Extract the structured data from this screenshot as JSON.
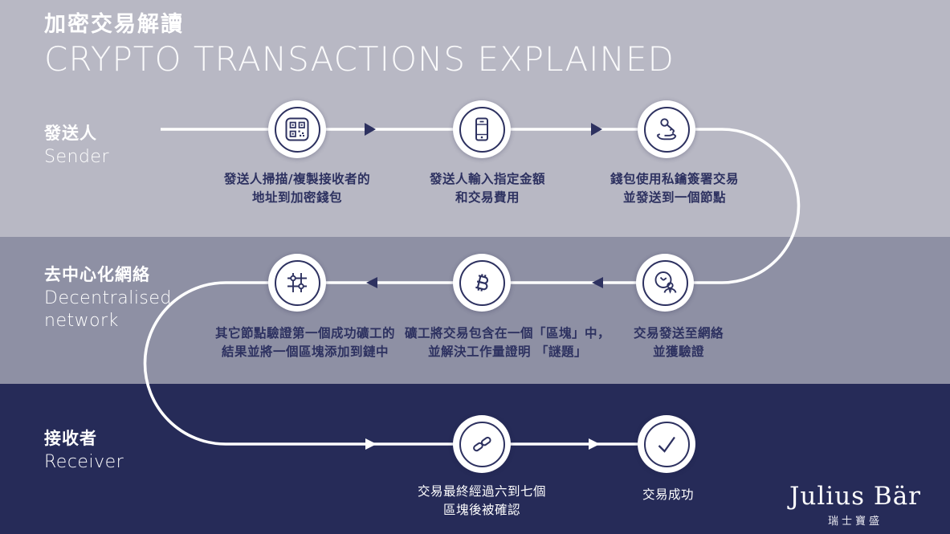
{
  "title": {
    "zh": "加密交易解讀",
    "en": "CRYPTO TRANSACTIONS EXPLAINED"
  },
  "rows": [
    {
      "zh": "發送人",
      "en": "Sender"
    },
    {
      "zh": "去中心化網絡",
      "en": "Decentralised",
      "en2": "network"
    },
    {
      "zh": "接收者",
      "en": "Receiver"
    }
  ],
  "steps": [
    {
      "icon": "qr-code-icon",
      "line1": "發送人掃描/複製接收者的",
      "line2": "地址到加密錢包"
    },
    {
      "icon": "smartphone-icon",
      "line1": "發送人輸入指定金額",
      "line2": "和交易費用"
    },
    {
      "icon": "key-hand-icon",
      "line1": "錢包使用私鑰簽署交易",
      "line2": "並發送到一個節點"
    },
    {
      "icon": "clock-person-icon",
      "line1": "交易發送至網絡",
      "line2": "並獲驗證"
    },
    {
      "icon": "bitcoin-icon",
      "line1": "礦工將交易包含在一個「區塊」中，",
      "line2": "並解決工作量證明 「謎題」"
    },
    {
      "icon": "network-nodes-icon",
      "line1": "其它節點驗證第一個成功礦工的",
      "line2": "結果並將一個區塊添加到鏈中"
    },
    {
      "icon": "chain-link-icon",
      "line1": "交易最終經過六到七個",
      "line2": "區塊後被確認"
    },
    {
      "icon": "checkmark-icon",
      "line1": "交易成功",
      "line2": ""
    }
  ],
  "logo": {
    "name": "Julius Bär",
    "zh": "瑞士寶盛"
  },
  "colors": {
    "band_top": "#b8b8c4",
    "band_middle": "#8e90a4",
    "band_bottom": "#262b58",
    "ink_navy": "#2d3160",
    "flow_line": "#ffffff"
  }
}
